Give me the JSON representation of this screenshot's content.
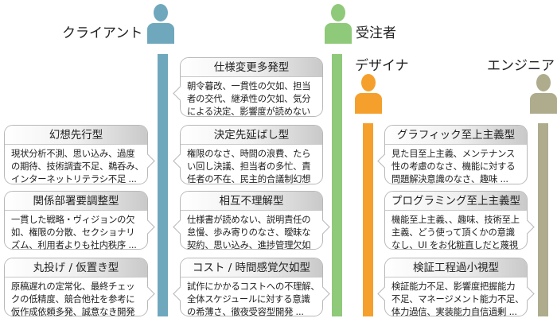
{
  "roles": {
    "client": "クライアント",
    "receiver": "受注者",
    "designer": "デザイナ",
    "engineer": "エンジニア"
  },
  "colors": {
    "client": "#6fa8bd",
    "receiver": "#8fc97a",
    "designer": "#f5a02c",
    "engineer": "#aeac8c"
  },
  "client_types": [
    {
      "title": "幻想先行型",
      "lines": [
        "現状分析不測、思い込み、過度",
        "の期待、技術調査不足、鵜呑み、",
        "インターネットリテラシ不足 ..."
      ]
    },
    {
      "title": "関係部署要調整型",
      "lines": [
        "一貫した戦略・ヴィジョンの欠",
        "如、権限の分散、セクショナリ",
        "ズム、利用者よりも社内秩序 ..."
      ]
    },
    {
      "title": "丸投げ / 仮置き型",
      "lines": [
        "原稿遅れの定常化、最終チェッ",
        "クの低精度、競合他社を参考に",
        "仮作成依頼多発、誠意なき開発"
      ]
    }
  ],
  "mutual_types": [
    {
      "title": "仕様変更多発型",
      "lines": [
        "朝令暮改、一貫性の欠如、担当",
        "者の交代、継承性の欠如、気分",
        "による決定、影響度が読めない"
      ]
    },
    {
      "title": "決定先延ばし型",
      "lines": [
        "権限のなさ、時間の浪費、たら",
        "い回し決議、担当者の多忙、責",
        "任者の不在、民主的合議制幻想"
      ]
    },
    {
      "title": "相互不理解型",
      "lines": [
        "仕様書が読めない、説明責任の",
        "怠慢、歩み寄りのなさ、曖昧な",
        "契約、思い込み、進捗管理欠如"
      ]
    },
    {
      "title": "コスト / 時間感覚欠如型",
      "lines": [
        "試作にかかるコストへの不理解、",
        "全体スケジュールに対する意識",
        "の希薄さ、徹夜受容型開発 ..."
      ]
    }
  ],
  "receiver_types": [
    {
      "title": "グラフィック至上主義型",
      "lines": [
        "見た目至上主義、メンテナンス",
        "性の考慮のなさ、機能に対する",
        "問題解決意識のなさ、趣味 ..."
      ]
    },
    {
      "title": "プログラミング至上主義型",
      "lines": [
        "機能至上主義、、趣味、技術至上",
        "主義、どう使って頂くかの意識",
        "なし、UI をお化粧直しだと蔑視"
      ]
    },
    {
      "title": "検証工程過小視型",
      "lines": [
        "検証能力不足、影響度把握能力",
        "不足、マネージメント能力不足、",
        "体力過信、実装能力自信過剰 ..."
      ]
    }
  ]
}
